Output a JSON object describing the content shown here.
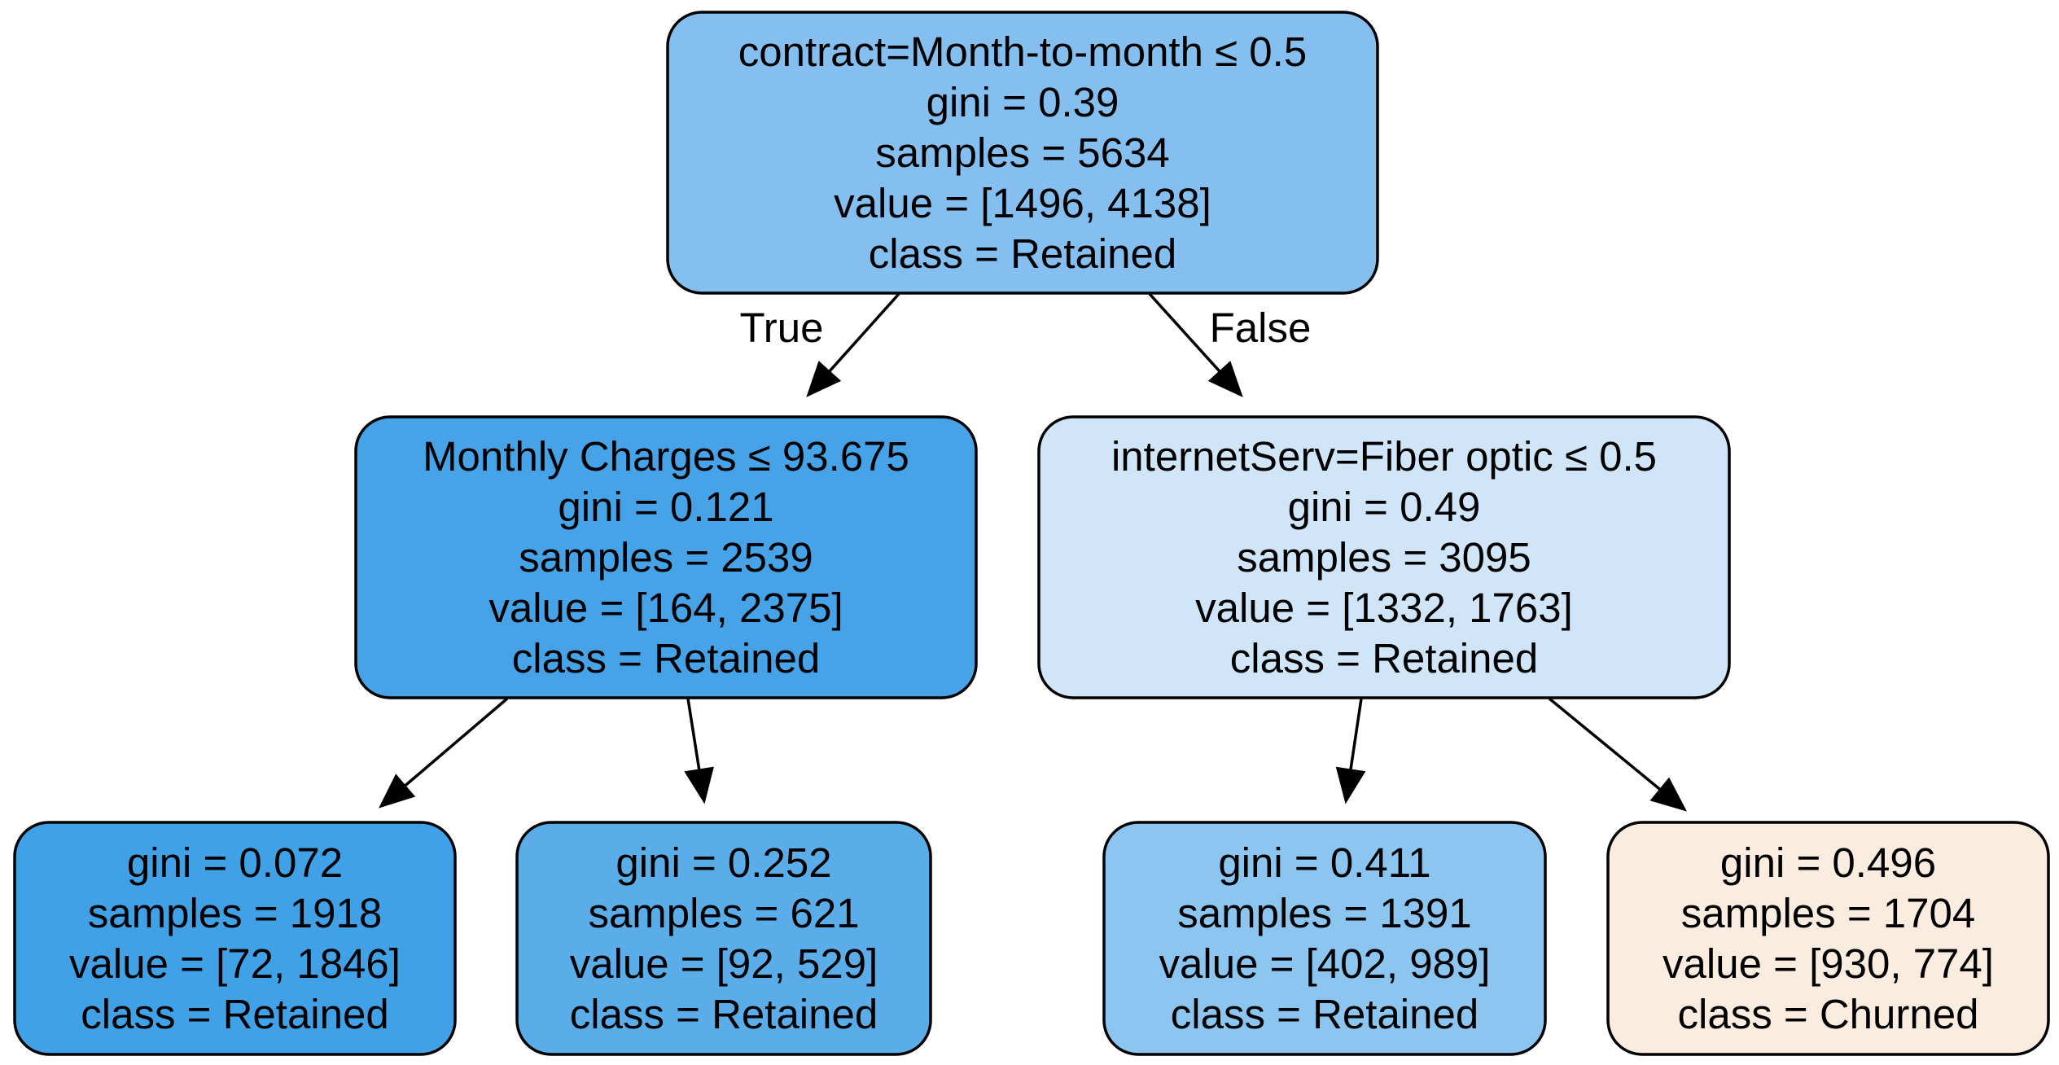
{
  "nodes": [
    {
      "id": "root",
      "fill": "#84bfef",
      "lines": [
        "contract=Month-to-month ≤ 0.5",
        "gini = 0.39",
        "samples = 5634",
        "value = [1496, 4138]",
        "class = Retained"
      ]
    },
    {
      "id": "left",
      "fill": "#46a3e7",
      "lines": [
        "Monthly Charges ≤ 93.675",
        "gini = 0.121",
        "samples = 2539",
        "value = [164, 2375]",
        "class = Retained"
      ]
    },
    {
      "id": "right",
      "fill": "#d0e6f8",
      "lines": [
        "internetServ=Fiber optic ≤ 0.5",
        "gini = 0.49",
        "samples = 3095",
        "value = [1332, 1763]",
        "class = Retained"
      ]
    },
    {
      "id": "leaf1",
      "fill": "#41a1e7",
      "lines": [
        "gini = 0.072",
        "samples = 1918",
        "value = [72, 1846]",
        "class = Retained"
      ]
    },
    {
      "id": "leaf2",
      "fill": "#5badea",
      "lines": [
        "gini = 0.252",
        "samples = 621",
        "value = [92, 529]",
        "class = Retained"
      ]
    },
    {
      "id": "leaf3",
      "fill": "#8bc5f0",
      "lines": [
        "gini = 0.411",
        "samples = 1391",
        "value = [402, 989]",
        "class = Retained"
      ]
    },
    {
      "id": "leaf4",
      "fill": "#fbece0",
      "lines": [
        "gini = 0.496",
        "samples = 1704",
        "value = [930, 774]",
        "class = Churned"
      ]
    }
  ],
  "edges": [
    {
      "from": "root",
      "to": "left",
      "label": "True"
    },
    {
      "from": "root",
      "to": "right",
      "label": "False"
    },
    {
      "from": "left",
      "to": "leaf1",
      "label": ""
    },
    {
      "from": "left",
      "to": "leaf2",
      "label": ""
    },
    {
      "from": "right",
      "to": "leaf3",
      "label": ""
    },
    {
      "from": "right",
      "to": "leaf4",
      "label": ""
    }
  ]
}
